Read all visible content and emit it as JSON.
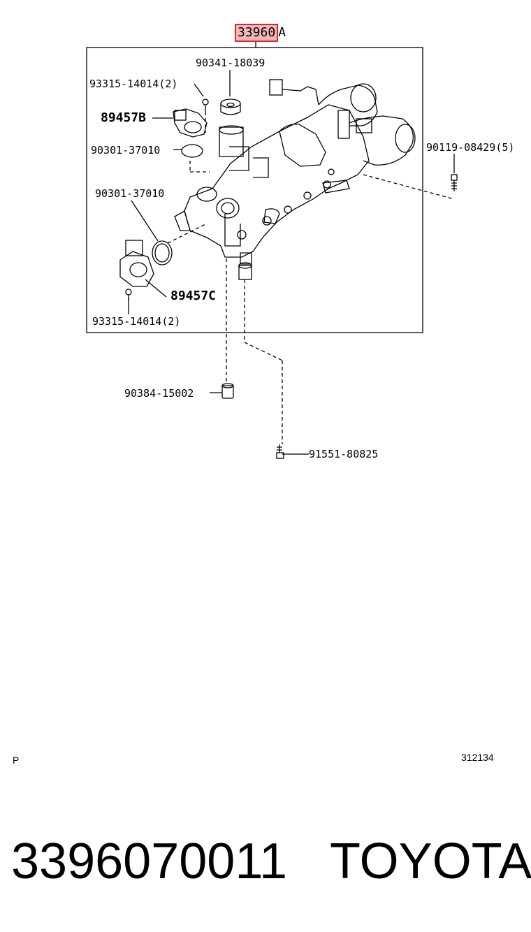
{
  "diagram": {
    "assembly_number": "33960",
    "assembly_suffix": "A",
    "callouts": {
      "bolt_top_left": "93315-14014(2)",
      "plug_top": "90341-18039",
      "sensor_b": "89457B",
      "oring_upper": "90301-37010",
      "oring_lower": "90301-37010",
      "bolt_right": "90119-08429(5)",
      "sensor_c": "89457C",
      "bolt_bottom_left": "93315-14014(2)",
      "bushing": "90384-15002",
      "bolt_bottom": "91551-80825"
    }
  },
  "corner_left": "P",
  "corner_right": "312134",
  "footer": {
    "part_number": "3396070011",
    "brand": "TOYOTA"
  }
}
